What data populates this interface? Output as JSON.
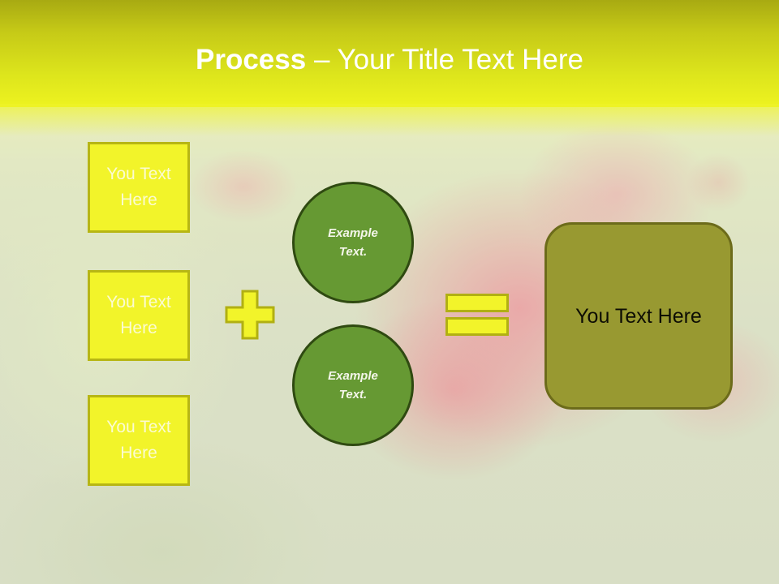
{
  "slide": {
    "title_bold": "Process",
    "title_rest": " – Your Title Text Here",
    "input_boxes": [
      {
        "label": "You Text Here"
      },
      {
        "label": "You Text Here"
      },
      {
        "label": "You Text Here"
      }
    ],
    "operator_plus": "plus-icon",
    "circles": [
      {
        "label": "Example Text."
      },
      {
        "label": "Example Text."
      }
    ],
    "operator_equals": "equals-icon",
    "result_box": {
      "label": "You Text Here"
    },
    "colors": {
      "header_top": "#a8aa12",
      "header_bottom": "#eef320",
      "box_fill": "#f2f42a",
      "box_border": "#b7b614",
      "circle_fill": "#669933",
      "circle_border": "#2f4a11",
      "result_fill": "#989931",
      "result_border": "#6c6b1a"
    }
  }
}
